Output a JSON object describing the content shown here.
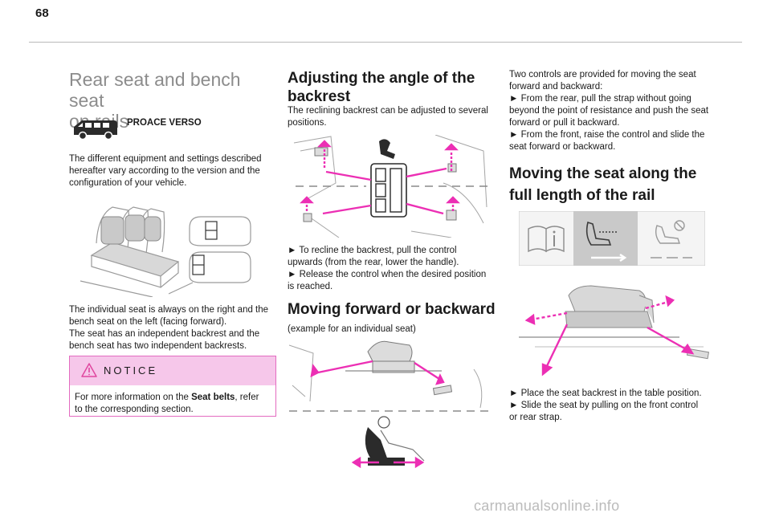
{
  "page_number": "68",
  "col1": {
    "title_line1": "Rear seat and bench seat",
    "title_line2": "on rails",
    "model_label": "PROACE VERSO",
    "intro": [
      "The different equipment and settings described",
      "hereafter vary according to the version and the",
      "configuration of your vehicle."
    ],
    "seat_text": [
      "The individual seat is always on the right and the",
      "bench seat on the left (facing forward).",
      "The seat has an independent backrest and the",
      "bench seat has two independent backrests."
    ],
    "notice": {
      "title": "NOTICE",
      "body_line1_pre": "For more information on the ",
      "body_line1_bold": "Seat belts",
      "body_line1_post": ", refer",
      "body_line2": "to the corresponding section."
    }
  },
  "col2": {
    "title_line1": "Adjusting the angle of the",
    "title_line2": "backrest",
    "intro": [
      "The reclining backrest can be adjusted to several",
      "positions."
    ],
    "steps": [
      "► To recline the backrest, pull the control",
      "upwards (from the rear, lower the handle).",
      "► Release the control when the desired position",
      "is reached."
    ],
    "section2_title": "Moving forward or backward",
    "section2_sub": "(example for an individual seat)"
  },
  "col3": {
    "intro": [
      "Two controls are provided for moving the seat",
      "forward and backward:",
      "► From the rear, pull the strap without going",
      "beyond the point of resistance and push the seat",
      "forward or pull it backward.",
      "► From the front, raise the control and slide the",
      "seat forward or backward."
    ],
    "title_line1": "Moving the seat along the",
    "title_line2": "full length of the rail",
    "steps": [
      "► Place the seat backrest in the table position.",
      "► Slide the seat by pulling on the front control",
      "or rear strap."
    ]
  },
  "watermark": "carmanualsonline.info",
  "colors": {
    "accent_magenta": "#ec2fb4",
    "notice_bg": "#f6c7ea",
    "title_grey": "#8c8c8c"
  },
  "icons": [
    "van-icon",
    "warning-triangle-icon",
    "book-info-icon",
    "seat-slide-icon",
    "seat-disabled-icon"
  ]
}
